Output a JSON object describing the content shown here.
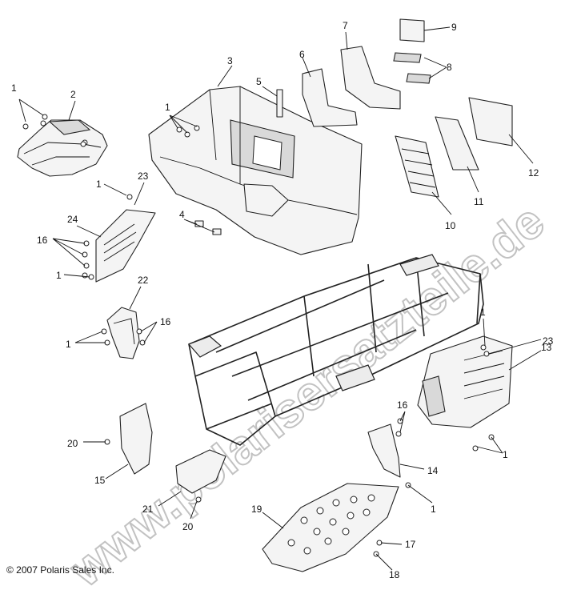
{
  "copyright": "© 2007 Polaris Sales Inc.",
  "watermark": "www.polarisersatzteile.de",
  "callouts": [
    {
      "id": "c1a",
      "text": "1"
    },
    {
      "id": "c2",
      "text": "2"
    },
    {
      "id": "c3",
      "text": "3"
    },
    {
      "id": "c4",
      "text": "4"
    },
    {
      "id": "c5",
      "text": "5"
    },
    {
      "id": "c6",
      "text": "6"
    },
    {
      "id": "c7",
      "text": "7"
    },
    {
      "id": "c8",
      "text": "8"
    },
    {
      "id": "c9",
      "text": "9"
    },
    {
      "id": "c10",
      "text": "10"
    },
    {
      "id": "c11",
      "text": "11"
    },
    {
      "id": "c12",
      "text": "12"
    },
    {
      "id": "c1b",
      "text": "1"
    },
    {
      "id": "c1c",
      "text": "1"
    },
    {
      "id": "c23a",
      "text": "23"
    },
    {
      "id": "c24",
      "text": "24"
    },
    {
      "id": "c16a",
      "text": "16"
    },
    {
      "id": "c1d",
      "text": "1"
    },
    {
      "id": "c22",
      "text": "22"
    },
    {
      "id": "c16b",
      "text": "16"
    },
    {
      "id": "c1e",
      "text": "1"
    },
    {
      "id": "c1f",
      "text": "1"
    },
    {
      "id": "c23b",
      "text": "23"
    },
    {
      "id": "c13",
      "text": "13"
    },
    {
      "id": "c16c",
      "text": "16"
    },
    {
      "id": "c1g",
      "text": "1"
    },
    {
      "id": "c20a",
      "text": "20"
    },
    {
      "id": "c15",
      "text": "15"
    },
    {
      "id": "c14",
      "text": "14"
    },
    {
      "id": "c1h",
      "text": "1"
    },
    {
      "id": "c21",
      "text": "21"
    },
    {
      "id": "c20b",
      "text": "20"
    },
    {
      "id": "c19",
      "text": "19"
    },
    {
      "id": "c17",
      "text": "17"
    },
    {
      "id": "c18",
      "text": "18"
    }
  ]
}
